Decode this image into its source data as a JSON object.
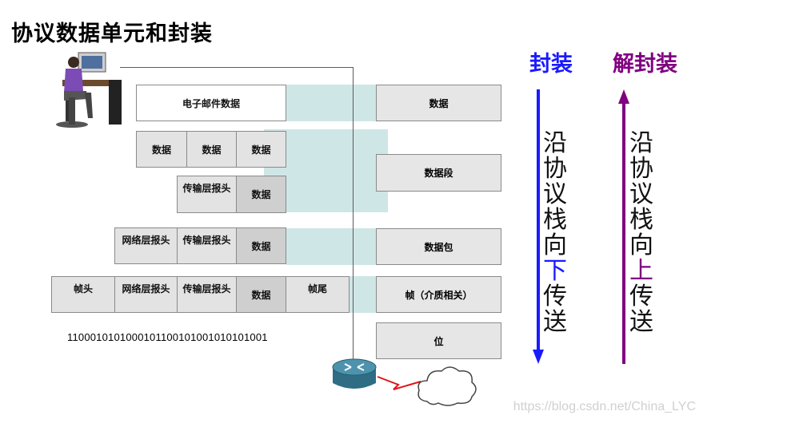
{
  "title": "协议数据单元和封装",
  "left": {
    "row1": {
      "email_data": "电子邮件数据"
    },
    "row2": {
      "data1": "数据",
      "data2": "数据",
      "data3": "数据"
    },
    "row3": {
      "transport_header": "传输层报头",
      "data": "数据"
    },
    "row4": {
      "network_header": "网络层报头",
      "transport_header": "传输层报头",
      "data": "数据"
    },
    "row5": {
      "frame_header": "帧头",
      "network_header": "网络层报头",
      "transport_header": "传输层报头",
      "data": "数据",
      "frame_trailer": "帧尾"
    },
    "bits": "1100010101000101100101001010101001"
  },
  "right": {
    "data": "数据",
    "segment": "数据段",
    "packet": "数据包",
    "frame": "帧（介质相关）",
    "bit": "位"
  },
  "encap": {
    "heading": "封装",
    "text_chars": [
      "沿",
      "协",
      "议",
      "栈",
      "向",
      "下",
      "传",
      "送"
    ],
    "highlight_index": 5,
    "color": "#1a1aff"
  },
  "decap": {
    "heading": "解封装",
    "text_chars": [
      "沿",
      "协",
      "议",
      "栈",
      "向",
      "上",
      "传",
      "送"
    ],
    "highlight_index": 5,
    "color": "#800080"
  },
  "watermark": "https://blog.csdn.net/China_LYC"
}
